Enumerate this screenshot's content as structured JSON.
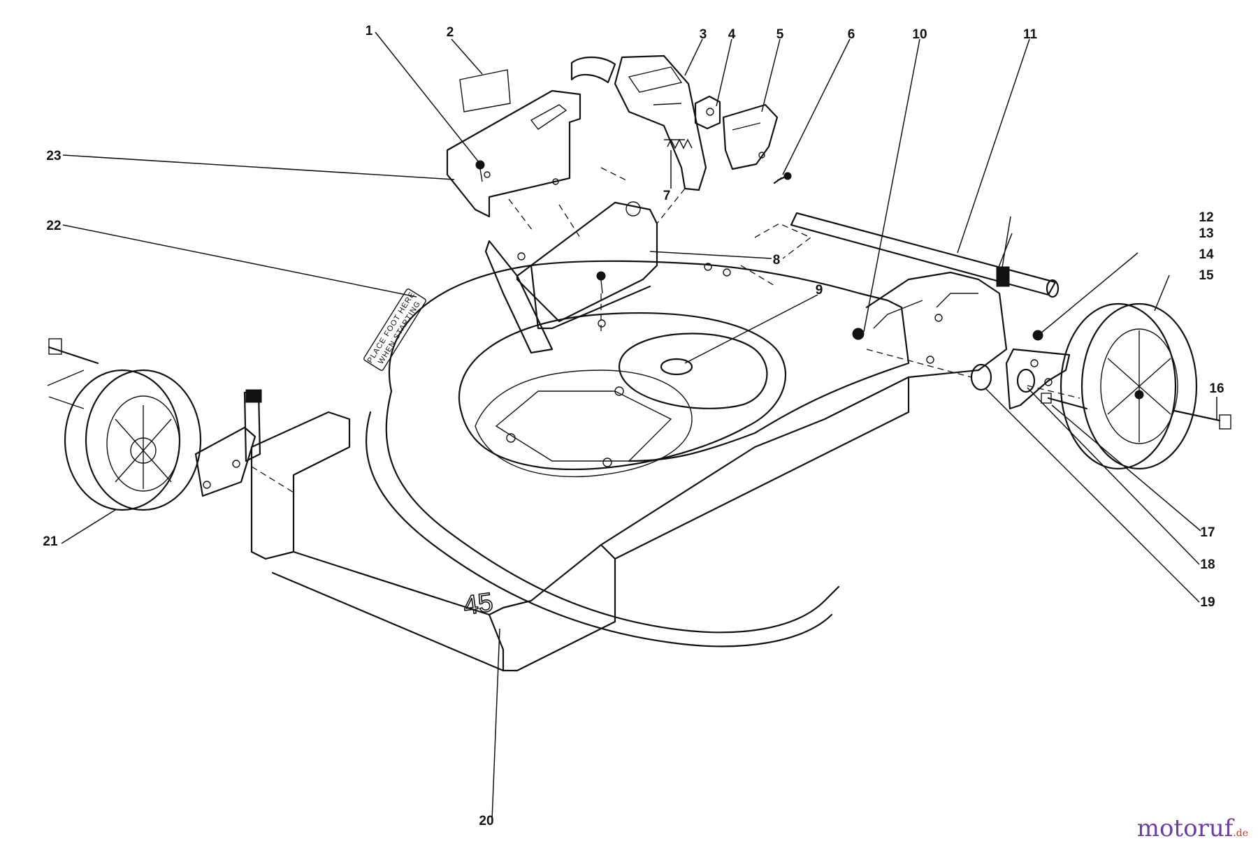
{
  "callouts": [
    {
      "id": "1",
      "label": "1"
    },
    {
      "id": "2",
      "label": "2"
    },
    {
      "id": "3",
      "label": "3"
    },
    {
      "id": "4",
      "label": "4"
    },
    {
      "id": "5",
      "label": "5"
    },
    {
      "id": "6",
      "label": "6"
    },
    {
      "id": "7",
      "label": "7"
    },
    {
      "id": "8",
      "label": "8"
    },
    {
      "id": "9",
      "label": "9"
    },
    {
      "id": "10",
      "label": "10"
    },
    {
      "id": "11",
      "label": "11"
    },
    {
      "id": "12",
      "label": "12"
    },
    {
      "id": "13",
      "label": "13"
    },
    {
      "id": "14",
      "label": "14"
    },
    {
      "id": "15",
      "label": "15"
    },
    {
      "id": "16",
      "label": "16"
    },
    {
      "id": "17",
      "label": "17"
    },
    {
      "id": "18",
      "label": "18"
    },
    {
      "id": "19",
      "label": "19"
    },
    {
      "id": "20",
      "label": "20"
    },
    {
      "id": "21",
      "label": "21"
    },
    {
      "id": "22",
      "label": "22"
    },
    {
      "id": "23",
      "label": "23"
    }
  ],
  "deck": {
    "size_marking": "45",
    "decal_line1": "PLACE FOOT HERE",
    "decal_line2": "WHEN STARTING"
  },
  "watermark": {
    "main": "motoruf",
    "tld": ".de"
  }
}
